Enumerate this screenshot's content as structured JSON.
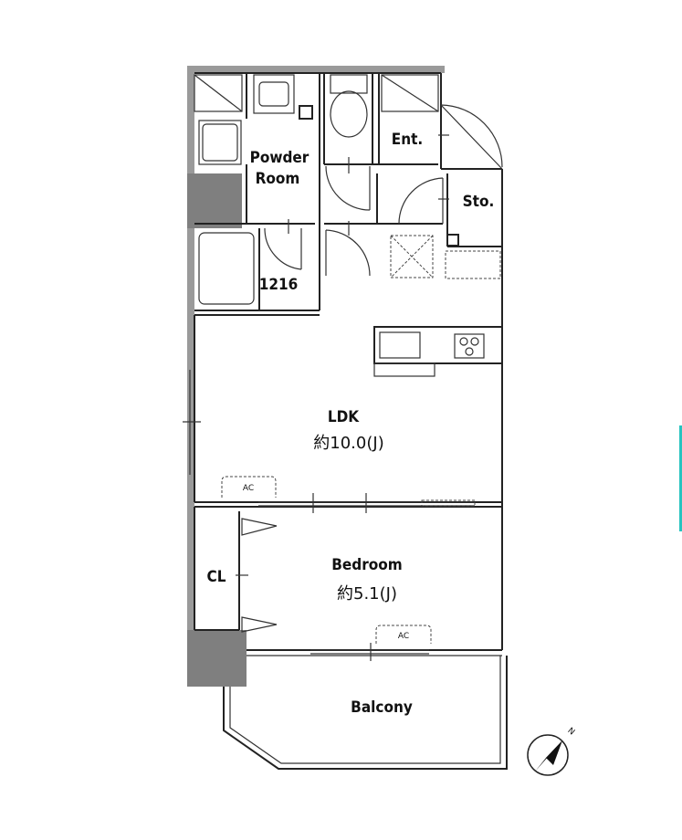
{
  "floorplan": {
    "rooms": {
      "powder_room": "Powder\nRoom",
      "powder_room_l1": "Powder",
      "powder_room_l2": "Room",
      "entrance": "Ent.",
      "storage": "Sto.",
      "bath_unit": "1216",
      "ldk_name": "LDK",
      "ldk_size": "約10.0(J)",
      "bedroom_name": "Bedroom",
      "bedroom_size": "約5.1(J)",
      "closet": "CL",
      "balcony": "Balcony"
    },
    "ac_labels": {
      "ldk": "AC",
      "bedroom": "AC"
    },
    "compass": {
      "label": "N"
    }
  }
}
